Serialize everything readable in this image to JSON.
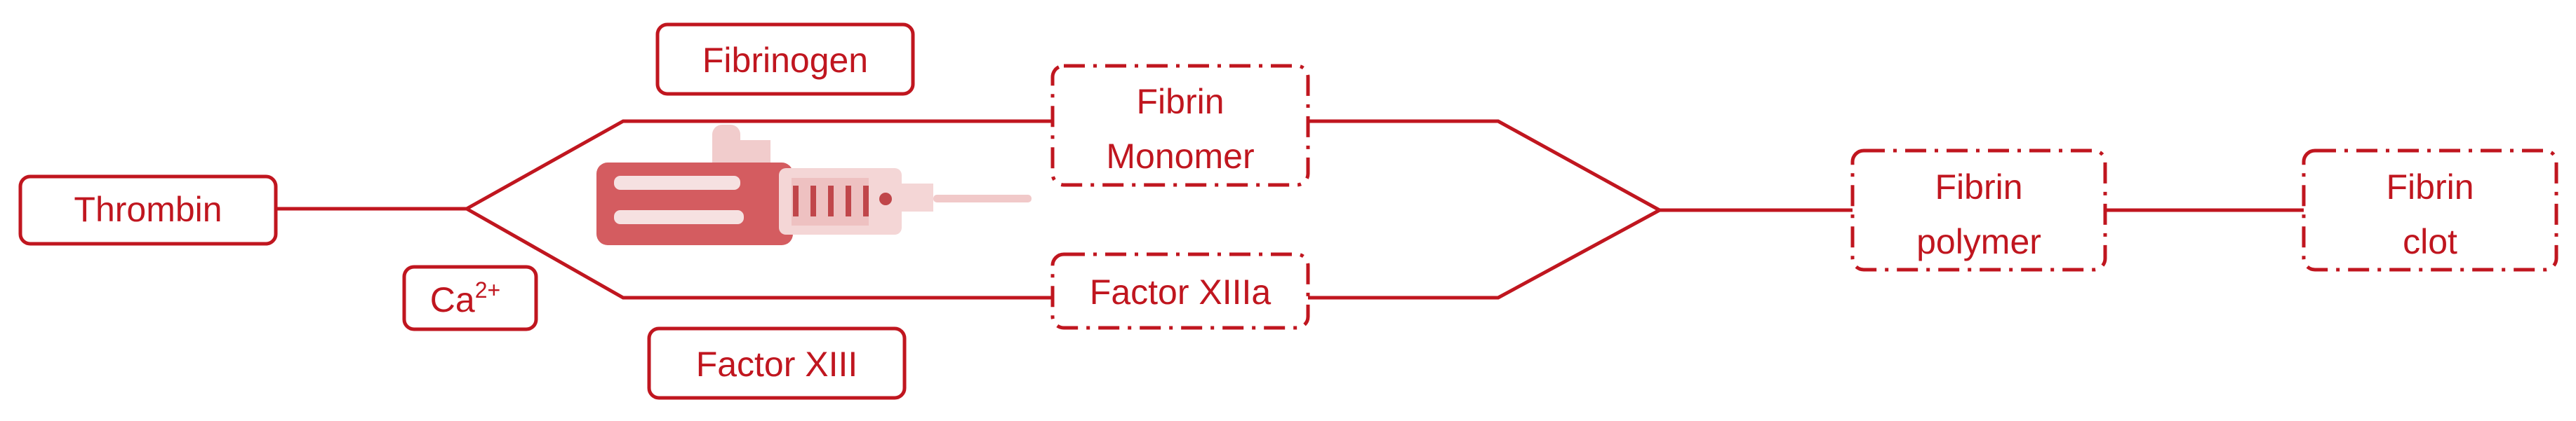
{
  "nodes": {
    "thrombin": "Thrombin",
    "fibrinogen": "Fibrinogen",
    "calcium": "Ca",
    "calcium_charge": "2+",
    "factor_xiii": "Factor XIII",
    "fibrin_monomer_line1": "Fibrin",
    "fibrin_monomer_line2": "Monomer",
    "factor_xiiia": "Factor XIIIa",
    "fibrin_polymer_line1": "Fibrin",
    "fibrin_polymer_line2": "polymer",
    "fibrin_clot_line1": "Fibrin",
    "fibrin_clot_line2": "clot"
  },
  "colors": {
    "accent": "#c0161f",
    "syringe_body": "#f4d6d6",
    "syringe_plunger": "#c0464a"
  },
  "illustration": "syringe-image"
}
